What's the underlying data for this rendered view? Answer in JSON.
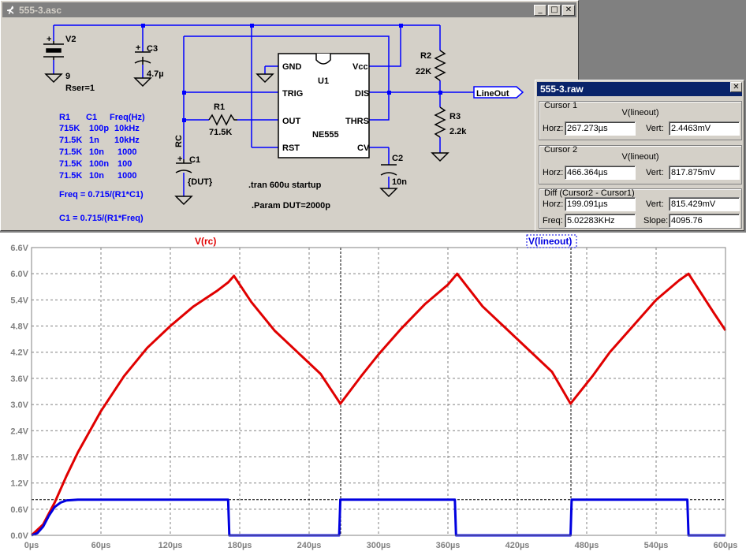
{
  "schematic_window": {
    "title": "555-3.asc",
    "buttons": {
      "minimize": "_",
      "maximize": "□",
      "close": "✕"
    }
  },
  "schematic": {
    "v2": {
      "name": "V2",
      "value": "9",
      "rser": "Rser=1"
    },
    "c3": {
      "name": "C3",
      "value": "4.7µ"
    },
    "r1": {
      "name": "R1",
      "value": "71.5K"
    },
    "r2": {
      "name": "R2",
      "value": "22K"
    },
    "r3": {
      "name": "R3",
      "value": "2.2k"
    },
    "c1": {
      "name": "C1",
      "value": "{DUT}"
    },
    "c2": {
      "name": "C2",
      "value": "10n"
    },
    "rc_label": "RC",
    "u1": {
      "name": "U1",
      "part": "NE555",
      "pins": {
        "gnd": "GND",
        "vcc": "Vcc",
        "trig": "TRIG",
        "dis": "DIS",
        "out": "OUT",
        "thrs": "THRS",
        "rst": "RST",
        "cv": "CV"
      }
    },
    "lineout": "LineOut",
    "tran": ".tran 600u startup",
    "param": ".Param DUT=2000p",
    "table": {
      "header": [
        "R1",
        "C1",
        "Freq(Hz)"
      ],
      "rows": [
        [
          "715K",
          "100p",
          "10kHz"
        ],
        [
          "71.5K",
          "1n",
          "10kHz"
        ],
        [
          "71.5K",
          "10n",
          "1000"
        ],
        [
          "71.5K",
          "100n",
          "100"
        ],
        [
          "71.5K",
          "10n",
          "1000"
        ]
      ]
    },
    "formula1": "Freq = 0.715/(R1*C1)",
    "formula2": "C1 = 0.715/(R1*Freq)"
  },
  "cursor_window": {
    "title": "555-3.raw",
    "close": "✕",
    "cursor1": {
      "label": "Cursor 1",
      "trace": "V(lineout)",
      "horz_label": "Horz:",
      "horz": "267.273µs",
      "vert_label": "Vert:",
      "vert": "2.4463mV"
    },
    "cursor2": {
      "label": "Cursor 2",
      "trace": "V(lineout)",
      "horz_label": "Horz:",
      "horz": "466.364µs",
      "vert_label": "Vert:",
      "vert": "817.875mV"
    },
    "diff": {
      "label": "Diff (Cursor2 - Cursor1)",
      "horz_label": "Horz:",
      "horz": "199.091µs",
      "vert_label": "Vert:",
      "vert": "815.429mV",
      "freq_label": "Freq:",
      "freq": "5.02283KHz",
      "slope_label": "Slope:",
      "slope": "4095.76"
    }
  },
  "chart_data": {
    "type": "line",
    "x_ticks": [
      "0µs",
      "60µs",
      "120µs",
      "180µs",
      "240µs",
      "300µs",
      "360µs",
      "420µs",
      "480µs",
      "540µs",
      "600µs"
    ],
    "y_ticks": [
      "0.0V",
      "0.6V",
      "1.2V",
      "1.8V",
      "2.4V",
      "3.0V",
      "3.6V",
      "4.2V",
      "4.8V",
      "5.4V",
      "6.0V",
      "6.6V"
    ],
    "xlim": [
      0,
      600
    ],
    "ylim": [
      0,
      6.6
    ],
    "grid": true,
    "cursors_x": [
      267.273,
      466.364
    ],
    "cursor_y": 0.817875,
    "series": [
      {
        "name": "V(rc)",
        "color": "#e00000",
        "points": [
          [
            0,
            0
          ],
          [
            10,
            0.25
          ],
          [
            20,
            0.75
          ],
          [
            30,
            1.35
          ],
          [
            40,
            1.9
          ],
          [
            60,
            2.85
          ],
          [
            80,
            3.65
          ],
          [
            100,
            4.3
          ],
          [
            120,
            4.8
          ],
          [
            140,
            5.25
          ],
          [
            160,
            5.6
          ],
          [
            170,
            5.8
          ],
          [
            175,
            5.95
          ],
          [
            190,
            5.35
          ],
          [
            210,
            4.7
          ],
          [
            230,
            4.2
          ],
          [
            250,
            3.7
          ],
          [
            267,
            3.02
          ],
          [
            285,
            3.65
          ],
          [
            300,
            4.15
          ],
          [
            320,
            4.75
          ],
          [
            340,
            5.3
          ],
          [
            360,
            5.75
          ],
          [
            368,
            6.0
          ],
          [
            390,
            5.25
          ],
          [
            420,
            4.5
          ],
          [
            450,
            3.75
          ],
          [
            466,
            3.02
          ],
          [
            485,
            3.65
          ],
          [
            500,
            4.2
          ],
          [
            520,
            4.8
          ],
          [
            540,
            5.4
          ],
          [
            560,
            5.85
          ],
          [
            568,
            6.0
          ],
          [
            590,
            5.1
          ],
          [
            600,
            4.7
          ]
        ]
      },
      {
        "name": "V(lineout)",
        "color": "#0000e0",
        "points": [
          [
            0,
            0
          ],
          [
            5,
            0.05
          ],
          [
            10,
            0.2
          ],
          [
            15,
            0.45
          ],
          [
            20,
            0.65
          ],
          [
            25,
            0.75
          ],
          [
            30,
            0.8
          ],
          [
            40,
            0.82
          ],
          [
            170,
            0.82
          ],
          [
            171,
            0
          ],
          [
            266,
            0
          ],
          [
            267,
            0.82
          ],
          [
            366,
            0.82
          ],
          [
            367,
            0
          ],
          [
            466,
            0
          ],
          [
            467,
            0.82
          ],
          [
            567,
            0.82
          ],
          [
            568,
            0
          ],
          [
            600,
            0
          ]
        ]
      }
    ]
  }
}
